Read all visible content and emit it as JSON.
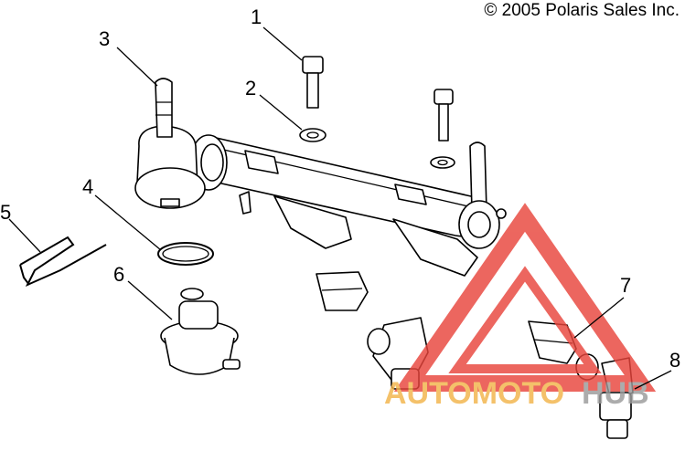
{
  "copyright": "© 2005 Polaris Sales Inc.",
  "callouts": [
    {
      "id": "1",
      "label": "1"
    },
    {
      "id": "2",
      "label": "2"
    },
    {
      "id": "3",
      "label": "3"
    },
    {
      "id": "4",
      "label": "4"
    },
    {
      "id": "5",
      "label": "5"
    },
    {
      "id": "6",
      "label": "6"
    },
    {
      "id": "7",
      "label": "7"
    },
    {
      "id": "8",
      "label": "8"
    }
  ],
  "watermark": {
    "text_part1": "AUTOMOTO",
    "text_part2": "HUB",
    "triangle_color": "#e8453c",
    "text_color_part1": "#f2b44a",
    "text_color_part2": "#9a9a9a"
  }
}
